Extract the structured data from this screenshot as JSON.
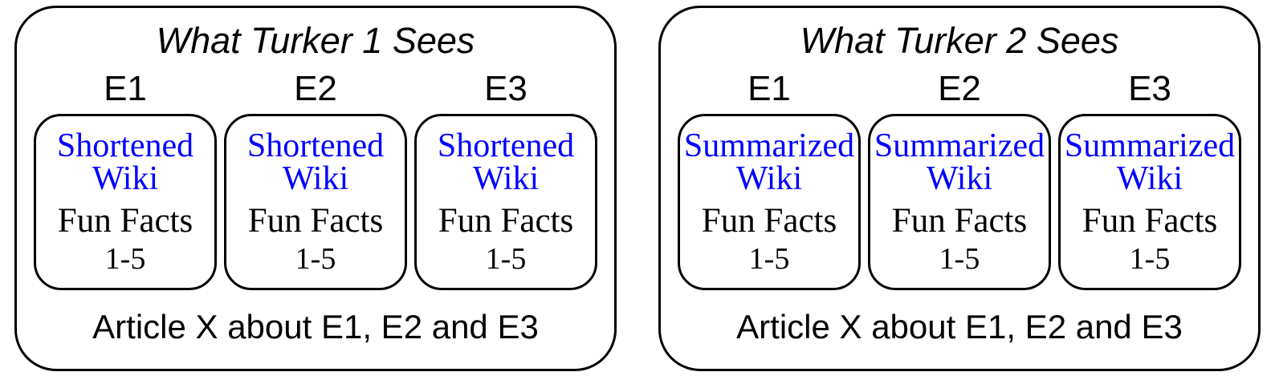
{
  "figure": {
    "panels": [
      {
        "title": "What Turker 1 Sees",
        "columns": [
          {
            "entity": "E1",
            "box": {
              "source": "Shortened Wiki",
              "facts": "Fun Facts",
              "range": "1-5"
            }
          },
          {
            "entity": "E2",
            "box": {
              "source": "Shortened Wiki",
              "facts": "Fun Facts",
              "range": "1-5"
            }
          },
          {
            "entity": "E3",
            "box": {
              "source": "Shortened Wiki",
              "facts": "Fun Facts",
              "range": "1-5"
            }
          }
        ],
        "footer": "Article X about E1, E2 and E3"
      },
      {
        "title": "What Turker 2 Sees",
        "columns": [
          {
            "entity": "E1",
            "box": {
              "source": "Summarized Wiki",
              "facts": "Fun Facts",
              "range": "1-5"
            }
          },
          {
            "entity": "E2",
            "box": {
              "source": "Summarized Wiki",
              "facts": "Fun Facts",
              "range": "1-5"
            }
          },
          {
            "entity": "E3",
            "box": {
              "source": "Summarized Wiki",
              "facts": "Fun Facts",
              "range": "1-5"
            }
          }
        ],
        "footer": "Article X about E1, E2 and E3"
      }
    ],
    "colors": {
      "wiki_source_text": "#0000FF",
      "border": "#000000",
      "text": "#000000",
      "background": "#FFFFFF"
    }
  }
}
